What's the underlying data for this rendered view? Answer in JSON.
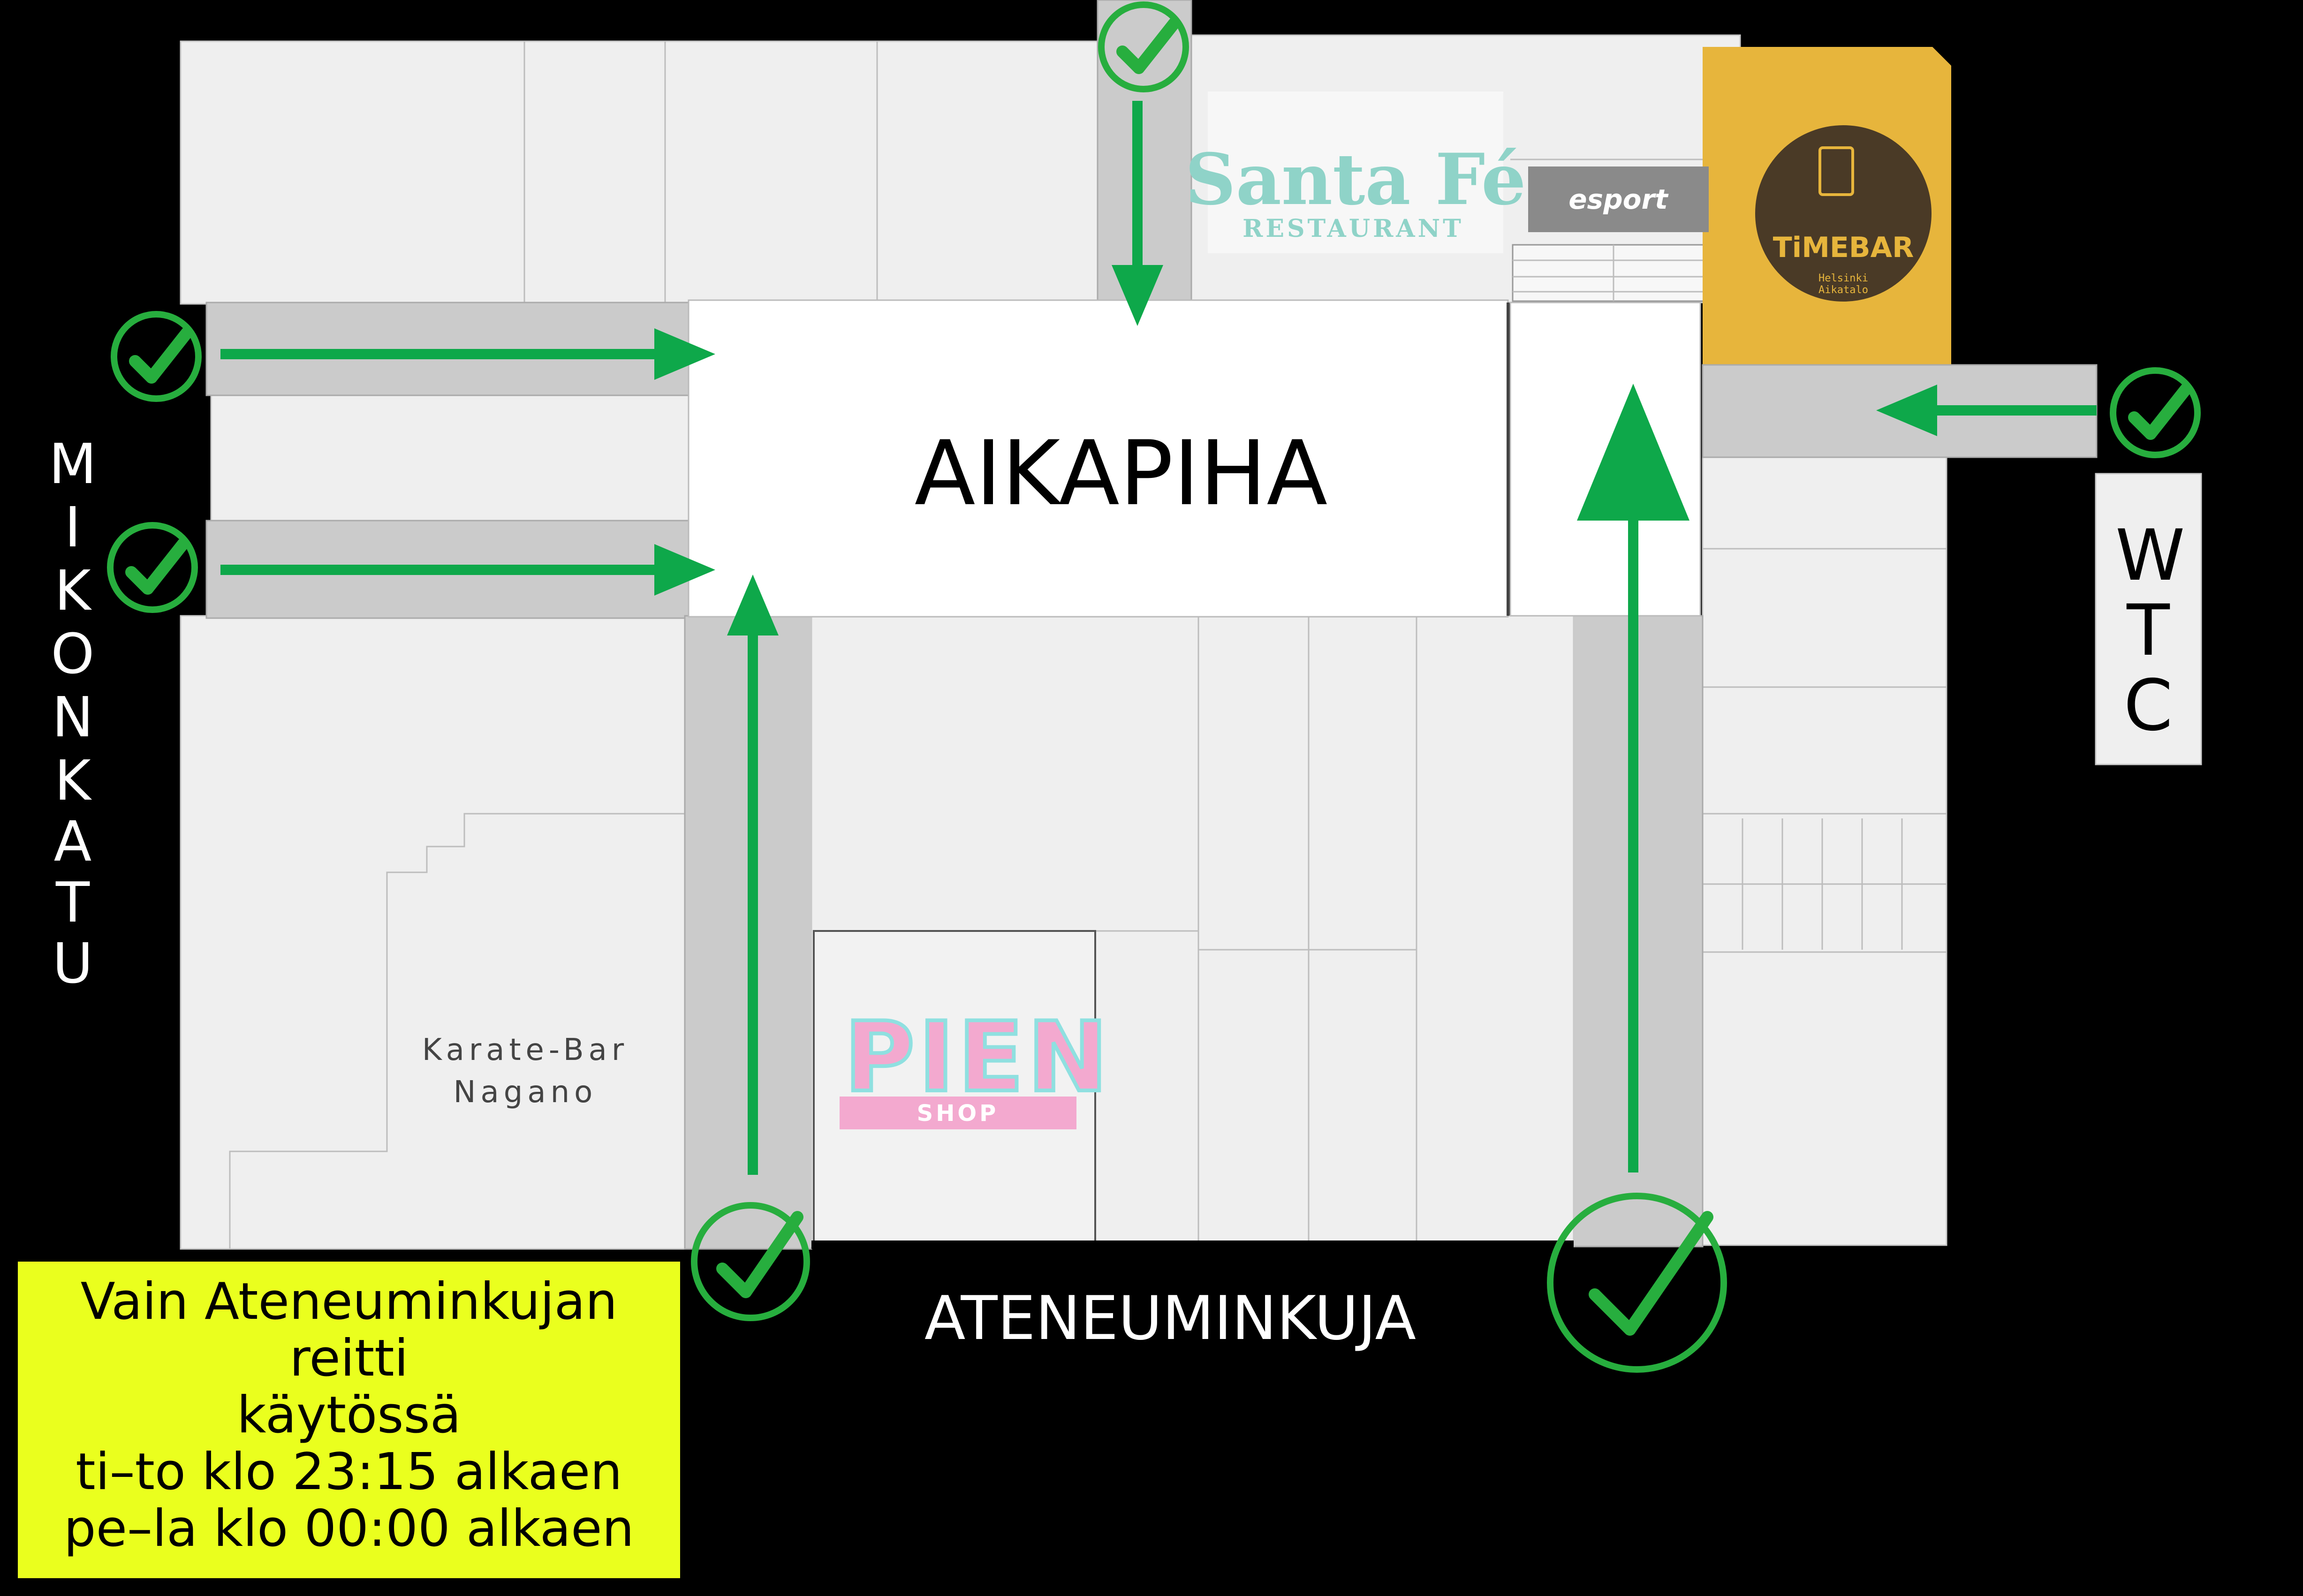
{
  "map": {
    "courtyard_label": "AIKAPIHA",
    "street_bottom": "ATENEUMINKUJA",
    "street_left_letters": [
      "M",
      "I",
      "K",
      "O",
      "N",
      "K",
      "A",
      "T",
      "U"
    ],
    "street_right_letters": [
      "W",
      "T",
      "C"
    ],
    "venue_karate_line1": "Karate-Bar",
    "venue_karate_line2": "Nagano",
    "logo_santafe_main": "Santa Fé",
    "logo_santafe_sub": "RESTAURANT",
    "logo_esport": "esport",
    "logo_timebar_main": "TiMEBAR",
    "logo_timebar_sub1": "Helsinki",
    "logo_timebar_sub2": "Aikatalo",
    "logo_pien_main": "PIEN",
    "logo_pien_sub": "SHOP"
  },
  "notice": {
    "line1": "Vain Ateneuminkujan reitti",
    "line2": "käytössä",
    "line3": "ti–to klo 23:15 alkaen",
    "line4": "pe–la klo 00:00 alkaen"
  },
  "colors": {
    "background": "#000000",
    "building": "#efefef",
    "corridor": "#cbcbcb",
    "arrow": "#0ea84a",
    "check": "#27ae3e",
    "notice_bg": "#eaff1e",
    "timebar_bg": "#e7b53c",
    "santafe_text": "#8fd3c8",
    "pien_pink": "#f3a9cf",
    "pien_cyan": "#8fe0e0"
  },
  "icons": [
    "check-circle-icon",
    "arrow-right-icon",
    "arrow-down-icon",
    "arrow-up-icon",
    "arrow-left-icon"
  ]
}
